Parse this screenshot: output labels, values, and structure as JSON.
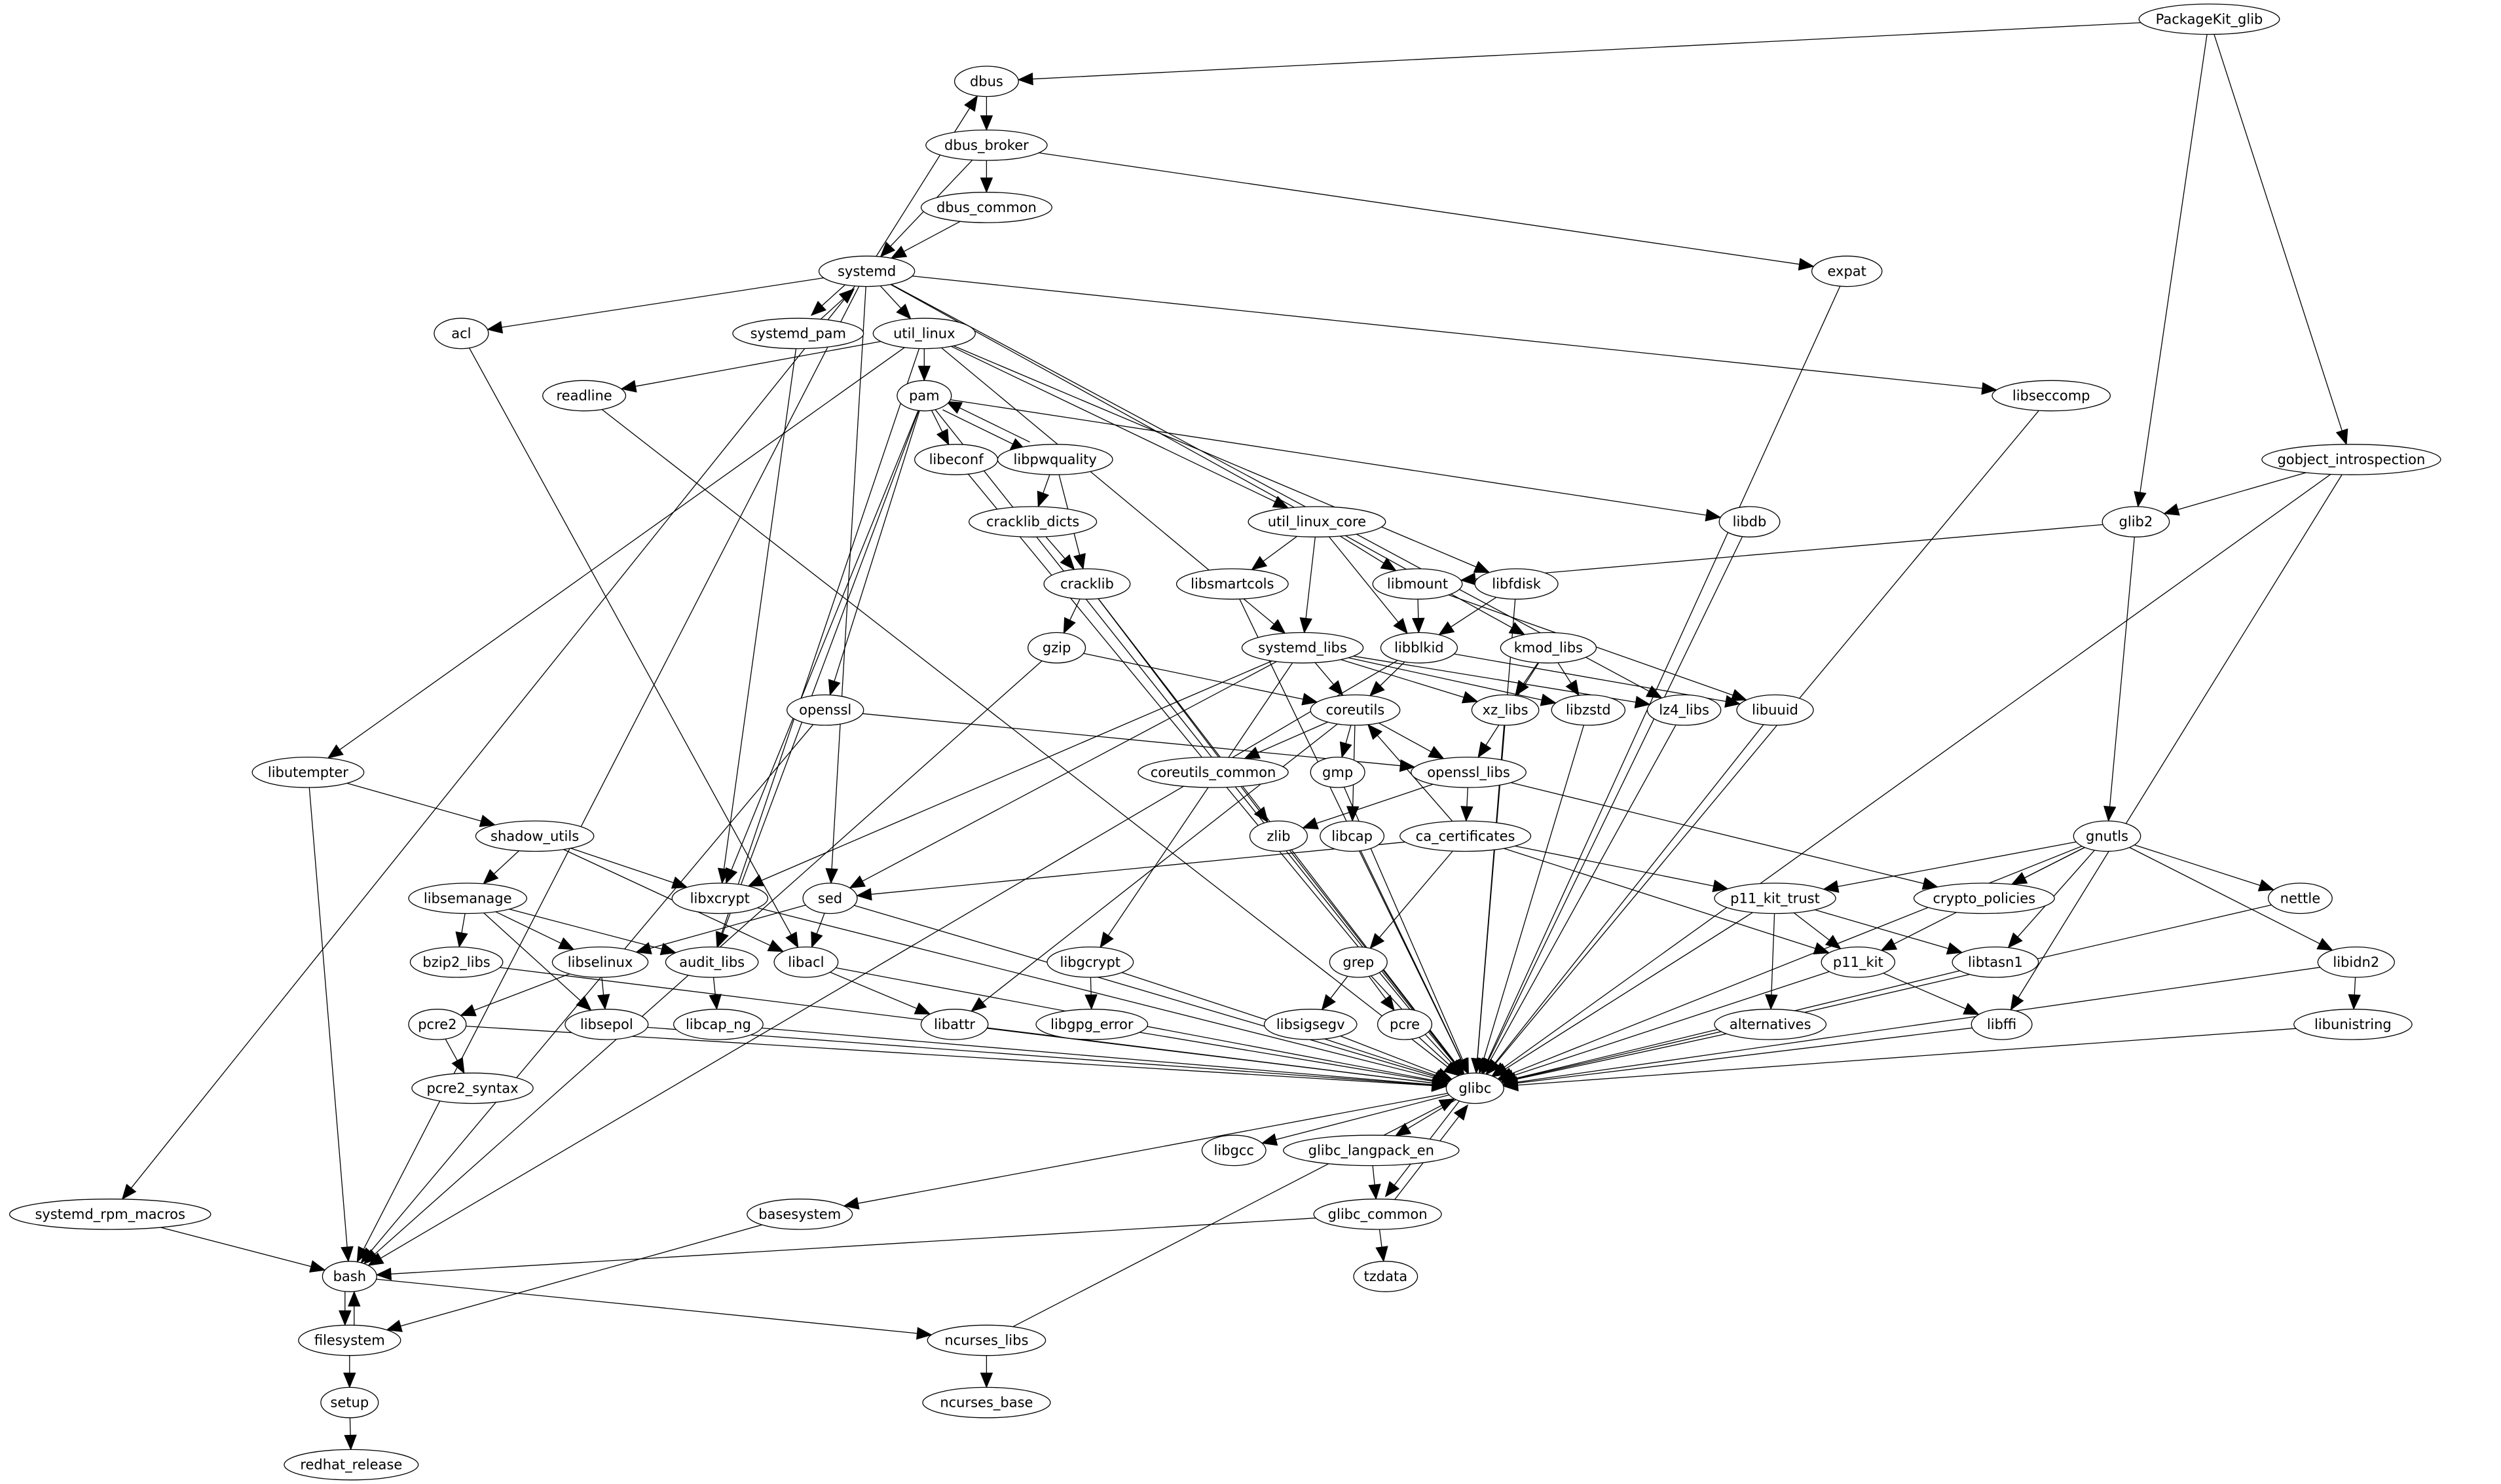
{
  "graph": {
    "nodes": [
      {
        "id": "PackageKit_glib",
        "label": "PackageKit_glib"
      },
      {
        "id": "dbus",
        "label": "dbus"
      },
      {
        "id": "dbus_broker",
        "label": "dbus_broker"
      },
      {
        "id": "dbus_common",
        "label": "dbus_common"
      },
      {
        "id": "systemd",
        "label": "systemd"
      },
      {
        "id": "expat",
        "label": "expat"
      },
      {
        "id": "acl",
        "label": "acl"
      },
      {
        "id": "systemd_pam",
        "label": "systemd_pam"
      },
      {
        "id": "util_linux",
        "label": "util_linux"
      },
      {
        "id": "readline",
        "label": "readline"
      },
      {
        "id": "pam",
        "label": "pam"
      },
      {
        "id": "libseccomp",
        "label": "libseccomp"
      },
      {
        "id": "gobject_introspection",
        "label": "gobject_introspection"
      },
      {
        "id": "libeconf",
        "label": "libeconf"
      },
      {
        "id": "libpwquality",
        "label": "libpwquality"
      },
      {
        "id": "cracklib_dicts",
        "label": "cracklib_dicts"
      },
      {
        "id": "util_linux_core",
        "label": "util_linux_core"
      },
      {
        "id": "libdb",
        "label": "libdb"
      },
      {
        "id": "glib2",
        "label": "glib2"
      },
      {
        "id": "cracklib",
        "label": "cracklib"
      },
      {
        "id": "libsmartcols",
        "label": "libsmartcols"
      },
      {
        "id": "libmount",
        "label": "libmount"
      },
      {
        "id": "libfdisk",
        "label": "libfdisk"
      },
      {
        "id": "gzip",
        "label": "gzip"
      },
      {
        "id": "systemd_libs",
        "label": "systemd_libs"
      },
      {
        "id": "libblkid",
        "label": "libblkid"
      },
      {
        "id": "kmod_libs",
        "label": "kmod_libs"
      },
      {
        "id": "openssl",
        "label": "openssl"
      },
      {
        "id": "coreutils",
        "label": "coreutils"
      },
      {
        "id": "xz_libs",
        "label": "xz_libs"
      },
      {
        "id": "libzstd",
        "label": "libzstd"
      },
      {
        "id": "lz4_libs",
        "label": "lz4_libs"
      },
      {
        "id": "libuuid",
        "label": "libuuid"
      },
      {
        "id": "libutempter",
        "label": "libutempter"
      },
      {
        "id": "coreutils_common",
        "label": "coreutils_common"
      },
      {
        "id": "gmp",
        "label": "gmp"
      },
      {
        "id": "openssl_libs",
        "label": "openssl_libs"
      },
      {
        "id": "shadow_utils",
        "label": "shadow_utils"
      },
      {
        "id": "zlib",
        "label": "zlib"
      },
      {
        "id": "libcap",
        "label": "libcap"
      },
      {
        "id": "ca_certificates",
        "label": "ca_certificates"
      },
      {
        "id": "gnutls",
        "label": "gnutls"
      },
      {
        "id": "libsemanage",
        "label": "libsemanage"
      },
      {
        "id": "libxcrypt",
        "label": "libxcrypt"
      },
      {
        "id": "sed",
        "label": "sed"
      },
      {
        "id": "p11_kit_trust",
        "label": "p11_kit_trust"
      },
      {
        "id": "crypto_policies",
        "label": "crypto_policies"
      },
      {
        "id": "nettle",
        "label": "nettle"
      },
      {
        "id": "bzip2_libs",
        "label": "bzip2_libs"
      },
      {
        "id": "libselinux",
        "label": "libselinux"
      },
      {
        "id": "audit_libs",
        "label": "audit_libs"
      },
      {
        "id": "libacl",
        "label": "libacl"
      },
      {
        "id": "libgcrypt",
        "label": "libgcrypt"
      },
      {
        "id": "grep",
        "label": "grep"
      },
      {
        "id": "p11_kit",
        "label": "p11_kit"
      },
      {
        "id": "libtasn1",
        "label": "libtasn1"
      },
      {
        "id": "libidn2",
        "label": "libidn2"
      },
      {
        "id": "pcre2",
        "label": "pcre2"
      },
      {
        "id": "libsepol",
        "label": "libsepol"
      },
      {
        "id": "libcap_ng",
        "label": "libcap_ng"
      },
      {
        "id": "libattr",
        "label": "libattr"
      },
      {
        "id": "libgpg_error",
        "label": "libgpg_error"
      },
      {
        "id": "libsigsegv",
        "label": "libsigsegv"
      },
      {
        "id": "pcre",
        "label": "pcre"
      },
      {
        "id": "alternatives",
        "label": "alternatives"
      },
      {
        "id": "libffi",
        "label": "libffi"
      },
      {
        "id": "libunistring",
        "label": "libunistring"
      },
      {
        "id": "pcre2_syntax",
        "label": "pcre2_syntax"
      },
      {
        "id": "glibc",
        "label": "glibc"
      },
      {
        "id": "libgcc",
        "label": "libgcc"
      },
      {
        "id": "glibc_langpack_en",
        "label": "glibc_langpack_en"
      },
      {
        "id": "systemd_rpm_macros",
        "label": "systemd_rpm_macros"
      },
      {
        "id": "basesystem",
        "label": "basesystem"
      },
      {
        "id": "glibc_common",
        "label": "glibc_common"
      },
      {
        "id": "bash",
        "label": "bash"
      },
      {
        "id": "tzdata",
        "label": "tzdata"
      },
      {
        "id": "filesystem",
        "label": "filesystem"
      },
      {
        "id": "ncurses_libs",
        "label": "ncurses_libs"
      },
      {
        "id": "setup",
        "label": "setup"
      },
      {
        "id": "ncurses_base",
        "label": "ncurses_base"
      },
      {
        "id": "redhat_release",
        "label": "redhat_release"
      }
    ],
    "edges": [
      [
        "PackageKit_glib",
        "dbus"
      ],
      [
        "PackageKit_glib",
        "glib2"
      ],
      [
        "PackageKit_glib",
        "gobject_introspection"
      ],
      [
        "dbus",
        "dbus_broker"
      ],
      [
        "dbus_broker",
        "dbus_common"
      ],
      [
        "dbus_broker",
        "systemd"
      ],
      [
        "dbus_broker",
        "expat"
      ],
      [
        "dbus_common",
        "systemd"
      ],
      [
        "systemd",
        "dbus"
      ],
      [
        "systemd",
        "acl"
      ],
      [
        "systemd",
        "systemd_pam"
      ],
      [
        "systemd",
        "util_linux"
      ],
      [
        "systemd",
        "libseccomp"
      ],
      [
        "systemd",
        "kmod_libs"
      ],
      [
        "systemd",
        "lz4_libs"
      ],
      [
        "systemd",
        "sed"
      ],
      [
        "systemd",
        "bash"
      ],
      [
        "systemd",
        "systemd_rpm_macros"
      ],
      [
        "systemd_pam",
        "systemd"
      ],
      [
        "systemd_pam",
        "libxcrypt"
      ],
      [
        "expat",
        "glibc"
      ],
      [
        "acl",
        "libacl"
      ],
      [
        "util_linux",
        "readline"
      ],
      [
        "util_linux",
        "pam"
      ],
      [
        "util_linux",
        "util_linux_core"
      ],
      [
        "util_linux",
        "libfdisk"
      ],
      [
        "util_linux",
        "systemd_libs"
      ],
      [
        "util_linux",
        "libutempter"
      ],
      [
        "util_linux",
        "audit_libs"
      ],
      [
        "readline",
        "glibc"
      ],
      [
        "pam",
        "libeconf"
      ],
      [
        "pam",
        "libpwquality"
      ],
      [
        "pam",
        "libdb"
      ],
      [
        "pam",
        "openssl"
      ],
      [
        "pam",
        "libxcrypt"
      ],
      [
        "pam",
        "audit_libs"
      ],
      [
        "pam",
        "glibc"
      ],
      [
        "libseccomp",
        "glibc"
      ],
      [
        "gobject_introspection",
        "glib2"
      ],
      [
        "gobject_introspection",
        "libffi"
      ],
      [
        "gobject_introspection",
        "glibc"
      ],
      [
        "libeconf",
        "glibc"
      ],
      [
        "libpwquality",
        "pam"
      ],
      [
        "libpwquality",
        "cracklib_dicts"
      ],
      [
        "libpwquality",
        "cracklib"
      ],
      [
        "cracklib_dicts",
        "cracklib"
      ],
      [
        "util_linux_core",
        "libsmartcols"
      ],
      [
        "util_linux_core",
        "libmount"
      ],
      [
        "util_linux_core",
        "systemd_libs"
      ],
      [
        "util_linux_core",
        "libblkid"
      ],
      [
        "libdb",
        "glibc"
      ],
      [
        "glib2",
        "libmount"
      ],
      [
        "glib2",
        "gnutls"
      ],
      [
        "cracklib",
        "gzip"
      ],
      [
        "cracklib",
        "zlib"
      ],
      [
        "cracklib",
        "glibc"
      ],
      [
        "libsmartcols",
        "glibc"
      ],
      [
        "libmount",
        "libblkid"
      ],
      [
        "libmount",
        "libuuid"
      ],
      [
        "libfdisk",
        "libblkid"
      ],
      [
        "libfdisk",
        "glibc"
      ],
      [
        "gzip",
        "coreutils"
      ],
      [
        "gzip",
        "bash"
      ],
      [
        "systemd_libs",
        "coreutils"
      ],
      [
        "systemd_libs",
        "xz_libs"
      ],
      [
        "systemd_libs",
        "libzstd"
      ],
      [
        "systemd_libs",
        "lz4_libs"
      ],
      [
        "systemd_libs",
        "libgcrypt"
      ],
      [
        "systemd_libs",
        "sed"
      ],
      [
        "systemd_libs",
        "libxcrypt"
      ],
      [
        "libblkid",
        "libuuid"
      ],
      [
        "libblkid",
        "coreutils"
      ],
      [
        "libblkid",
        "bash"
      ],
      [
        "kmod_libs",
        "xz_libs"
      ],
      [
        "kmod_libs",
        "libzstd"
      ],
      [
        "kmod_libs",
        "openssl_libs"
      ],
      [
        "openssl",
        "openssl_libs"
      ],
      [
        "openssl",
        "bash"
      ],
      [
        "coreutils",
        "coreutils_common"
      ],
      [
        "coreutils",
        "gmp"
      ],
      [
        "coreutils",
        "openssl_libs"
      ],
      [
        "coreutils",
        "libcap"
      ],
      [
        "coreutils",
        "libattr"
      ],
      [
        "xz_libs",
        "glibc"
      ],
      [
        "libzstd",
        "glibc"
      ],
      [
        "lz4_libs",
        "glibc"
      ],
      [
        "libuuid",
        "glibc"
      ],
      [
        "libutempter",
        "shadow_utils"
      ],
      [
        "libutempter",
        "bash"
      ],
      [
        "gmp",
        "glibc"
      ],
      [
        "openssl_libs",
        "zlib"
      ],
      [
        "openssl_libs",
        "ca_certificates"
      ],
      [
        "openssl_libs",
        "crypto_policies"
      ],
      [
        "shadow_utils",
        "libsemanage"
      ],
      [
        "shadow_utils",
        "libxcrypt"
      ],
      [
        "shadow_utils",
        "libacl"
      ],
      [
        "zlib",
        "glibc"
      ],
      [
        "libcap",
        "glibc"
      ],
      [
        "ca_certificates",
        "coreutils"
      ],
      [
        "ca_certificates",
        "sed"
      ],
      [
        "ca_certificates",
        "p11_kit_trust"
      ],
      [
        "ca_certificates",
        "grep"
      ],
      [
        "ca_certificates",
        "p11_kit"
      ],
      [
        "gnutls",
        "crypto_policies"
      ],
      [
        "gnutls",
        "nettle"
      ],
      [
        "gnutls",
        "libidn2"
      ],
      [
        "gnutls",
        "p11_kit_trust"
      ],
      [
        "gnutls",
        "p11_kit"
      ],
      [
        "gnutls",
        "libtasn1"
      ],
      [
        "gnutls",
        "glibc"
      ],
      [
        "libsemanage",
        "bzip2_libs"
      ],
      [
        "libsemanage",
        "libselinux"
      ],
      [
        "libsemanage",
        "libsepol"
      ],
      [
        "libsemanage",
        "audit_libs"
      ],
      [
        "libxcrypt",
        "glibc"
      ],
      [
        "sed",
        "libacl"
      ],
      [
        "sed",
        "libselinux"
      ],
      [
        "sed",
        "glibc"
      ],
      [
        "p11_kit_trust",
        "p11_kit"
      ],
      [
        "p11_kit_trust",
        "libtasn1"
      ],
      [
        "p11_kit_trust",
        "alternatives"
      ],
      [
        "p11_kit_trust",
        "glibc"
      ],
      [
        "nettle",
        "glibc"
      ],
      [
        "bzip2_libs",
        "glibc"
      ],
      [
        "libselinux",
        "pcre2"
      ],
      [
        "libselinux",
        "libsepol"
      ],
      [
        "audit_libs",
        "libcap_ng"
      ],
      [
        "libacl",
        "libattr"
      ],
      [
        "libacl",
        "glibc"
      ],
      [
        "libgcrypt",
        "libgpg_error"
      ],
      [
        "libgcrypt",
        "glibc"
      ],
      [
        "grep",
        "libsigsegv"
      ],
      [
        "grep",
        "pcre"
      ],
      [
        "grep",
        "glibc"
      ],
      [
        "p11_kit",
        "libffi"
      ],
      [
        "p11_kit",
        "glibc"
      ],
      [
        "libtasn1",
        "glibc"
      ],
      [
        "libidn2",
        "libunistring"
      ],
      [
        "libidn2",
        "glibc"
      ],
      [
        "pcre2",
        "pcre2_syntax"
      ],
      [
        "pcre2",
        "glibc"
      ],
      [
        "libsepol",
        "glibc"
      ],
      [
        "libcap_ng",
        "glibc"
      ],
      [
        "libattr",
        "glibc"
      ],
      [
        "libgpg_error",
        "glibc"
      ],
      [
        "libsigsegv",
        "glibc"
      ],
      [
        "pcre",
        "glibc"
      ],
      [
        "alternatives",
        "glibc"
      ],
      [
        "libffi",
        "glibc"
      ],
      [
        "libunistring",
        "glibc"
      ],
      [
        "glibc",
        "libgcc"
      ],
      [
        "glibc",
        "glibc_langpack_en"
      ],
      [
        "glibc",
        "basesystem"
      ],
      [
        "glibc",
        "glibc_common"
      ],
      [
        "glibc_langpack_en",
        "glibc_common"
      ],
      [
        "glibc_common",
        "glibc"
      ],
      [
        "glibc_common",
        "bash"
      ],
      [
        "glibc_common",
        "tzdata"
      ],
      [
        "systemd_rpm_macros",
        "bash"
      ],
      [
        "basesystem",
        "filesystem"
      ],
      [
        "bash",
        "filesystem"
      ],
      [
        "bash",
        "ncurses_libs"
      ],
      [
        "filesystem",
        "bash"
      ],
      [
        "filesystem",
        "setup"
      ],
      [
        "ncurses_libs",
        "glibc"
      ],
      [
        "ncurses_libs",
        "ncurses_base"
      ],
      [
        "setup",
        "redhat_release"
      ]
    ]
  }
}
